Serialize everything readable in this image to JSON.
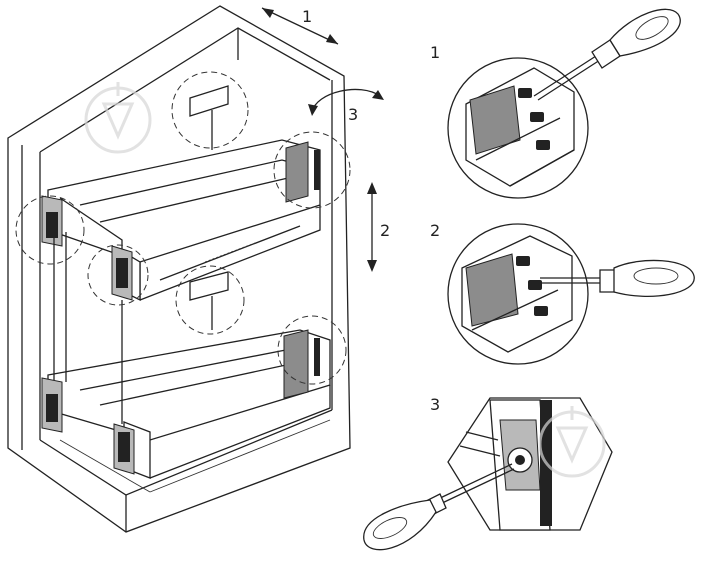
{
  "labels": {
    "arrow_depth": "1",
    "arrow_height": "2",
    "arrow_tilt": "3",
    "step_1": "1",
    "step_2": "2",
    "step_3": "3"
  },
  "colors": {
    "line": "#222222",
    "panel_gray": "#8c8c8c",
    "light_gray": "#b9b9b9",
    "background": "#ffffff"
  },
  "icons": [
    "screwdriver-icon",
    "watermark-logo-icon"
  ]
}
